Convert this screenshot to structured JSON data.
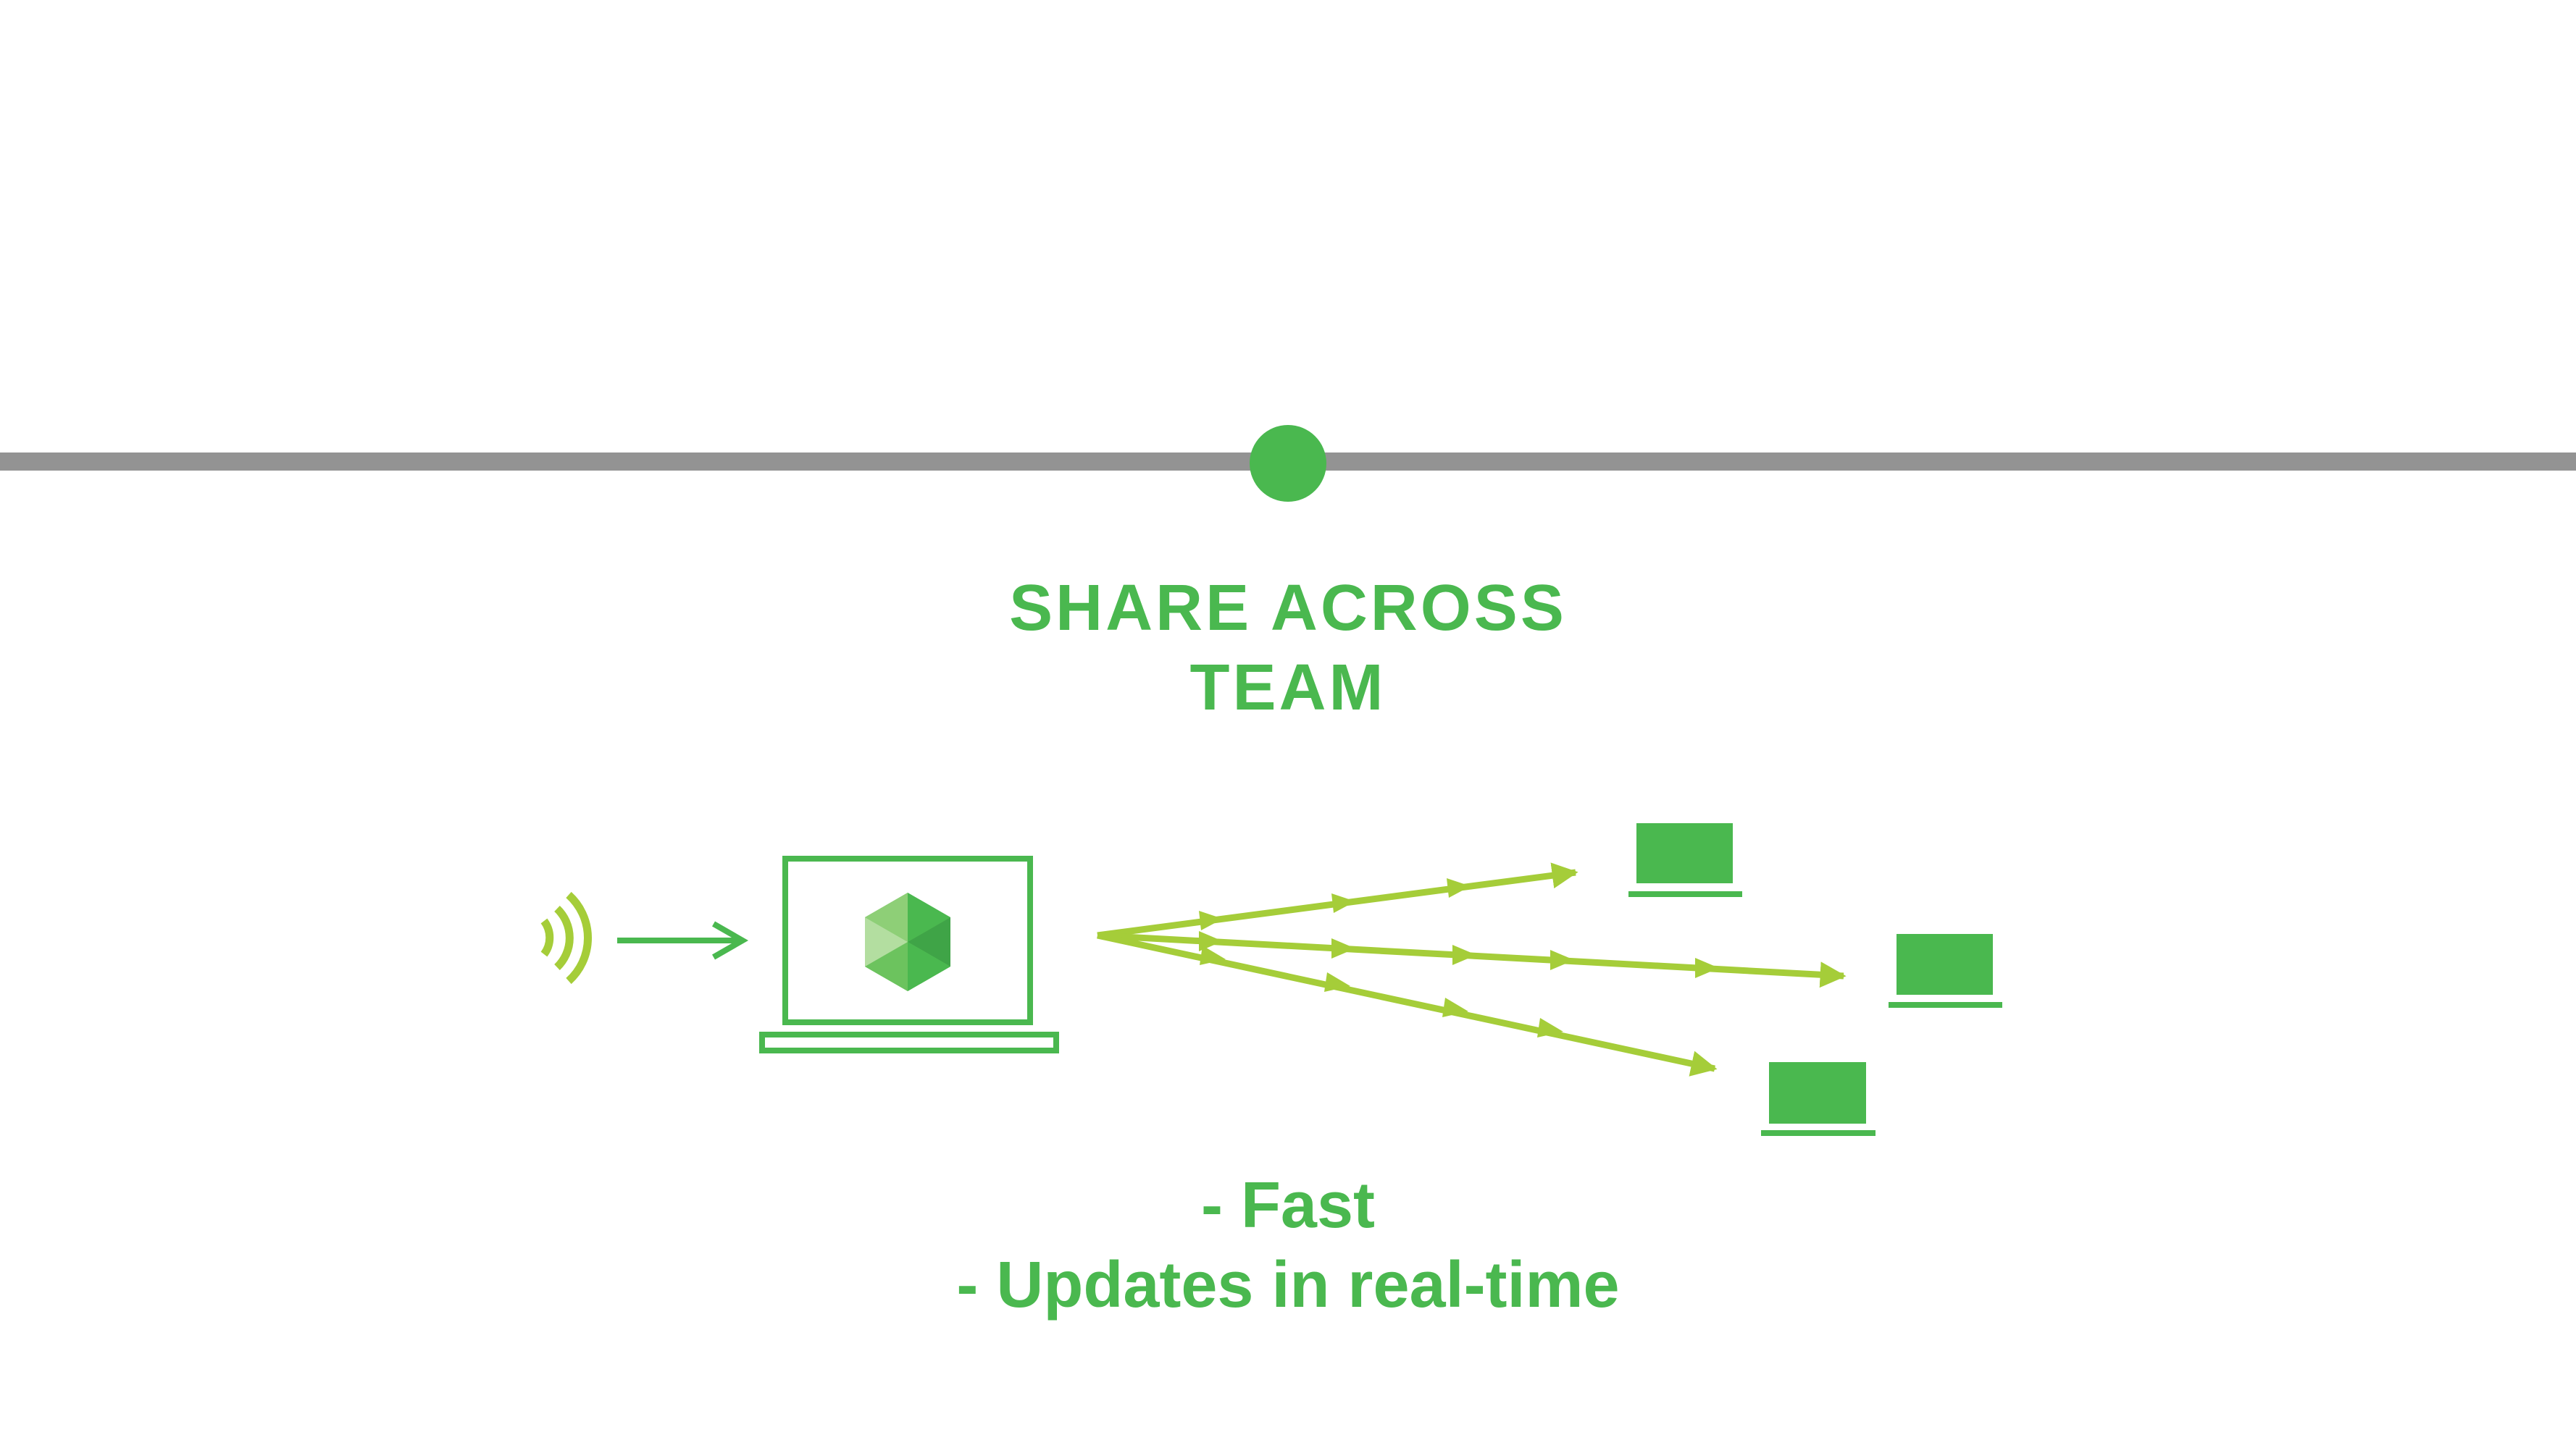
{
  "title": {
    "line1": "SHARE ACROSS",
    "line2": "TEAM"
  },
  "notes": {
    "line1": "- Fast",
    "line2": "- Updates in real-time"
  },
  "colors": {
    "primary_green": "#4ab84f",
    "lime_green": "#a5cd39",
    "timeline_gray": "#939393",
    "hex_light": "#8ecf77",
    "hex_mid": "#6cc35e",
    "hex_dark": "#3fa447",
    "background": "#ffffff"
  },
  "icons": {
    "signal": "wifi-signal-icon",
    "source": "laptop-with-hexagon-logo-icon",
    "recipients": "laptop-icon"
  }
}
